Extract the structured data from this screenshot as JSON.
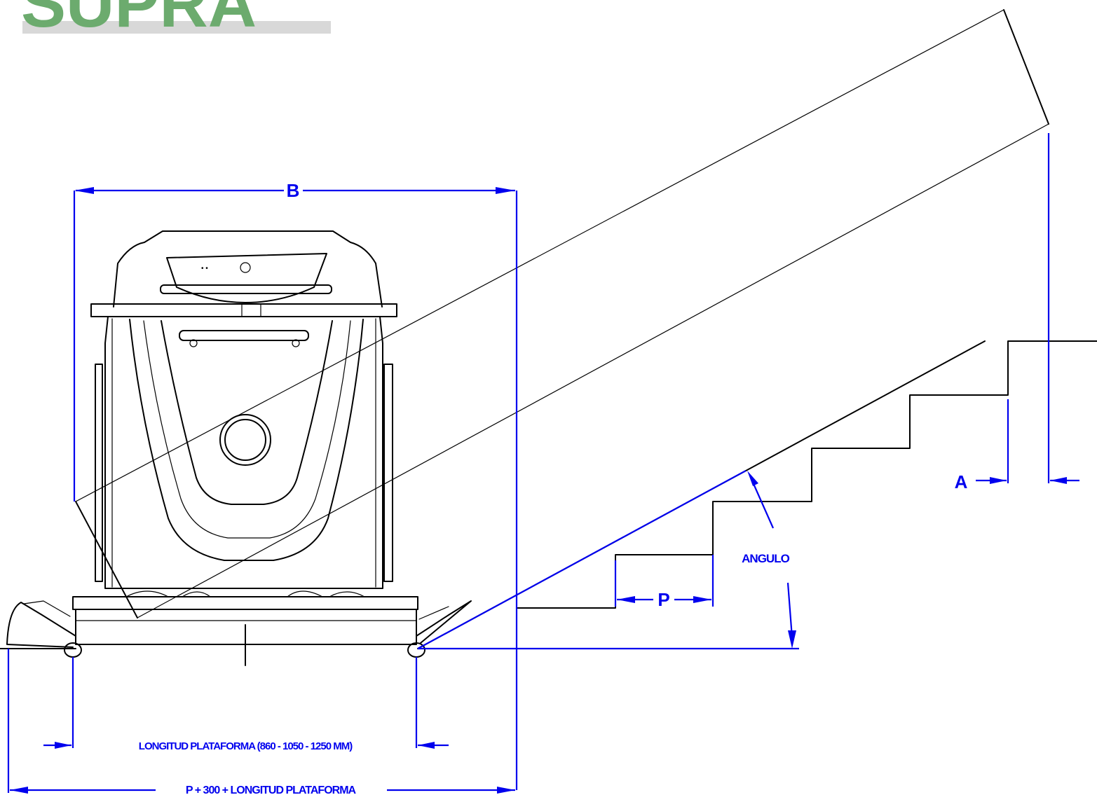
{
  "logo": {
    "text": "SUPRA",
    "color": "#6cab6e",
    "shadow_color": "#c9c9c9"
  },
  "colors": {
    "outline": "#000000",
    "dimension": "#0000ee",
    "background": "#ffffff"
  },
  "labels": {
    "b": "B",
    "a": "A",
    "p": "P",
    "angle": "ANGULO",
    "platform_length": "LONGITUD PLATAFORMA (860 - 1050 - 1250 MM)",
    "total_length": "P + 300 + LONGITUD PLATAFORMA"
  }
}
